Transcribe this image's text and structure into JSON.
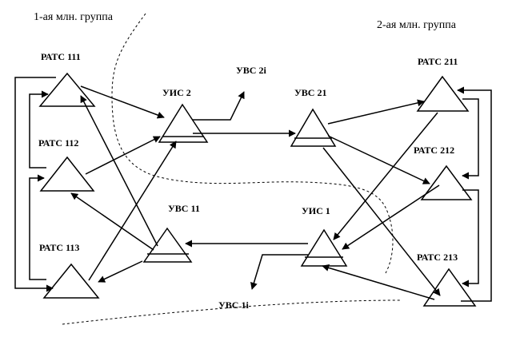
{
  "groups": {
    "group1": "1-ая млн. группа",
    "group2": "2-ая млн. группа"
  },
  "nodes": {
    "ratc111": "РАТС 111",
    "ratc112": "РАТС 112",
    "ratc113": "РАТС 113",
    "uis2": "УИС 2",
    "uvs11": "УВС 11",
    "uvs21": "УВС 21",
    "uis1": "УИС 1",
    "ratc211": "РАТС 211",
    "ratc212": "РАТС 212",
    "ratc213": "РАТС 213"
  },
  "outputs": {
    "uvs2i": "УВС 2i",
    "uvs1i": "УВС 1i"
  },
  "colors": {
    "stroke": "#000000",
    "background": "#ffffff"
  }
}
